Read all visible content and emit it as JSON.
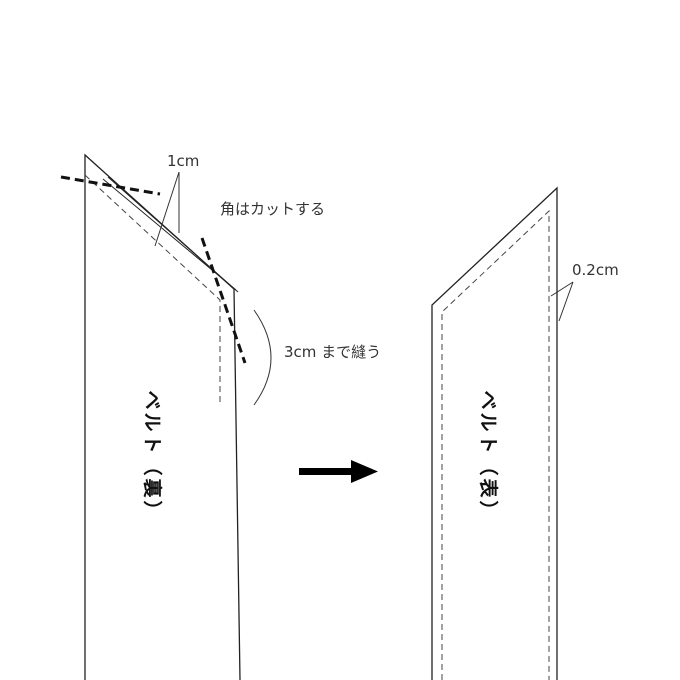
{
  "labels": {
    "seam_allowance": "1cm",
    "corner_note": "角はカットする",
    "sew_note": "3cm まで縫う",
    "topstitch": "0.2cm"
  },
  "belt_back": {
    "chars": [
      "ベ",
      "ル",
      "ト",
      "（",
      "裏",
      "）"
    ]
  },
  "belt_front": {
    "chars": [
      "ベ",
      "ル",
      "ト",
      "（",
      "表",
      "）"
    ]
  }
}
